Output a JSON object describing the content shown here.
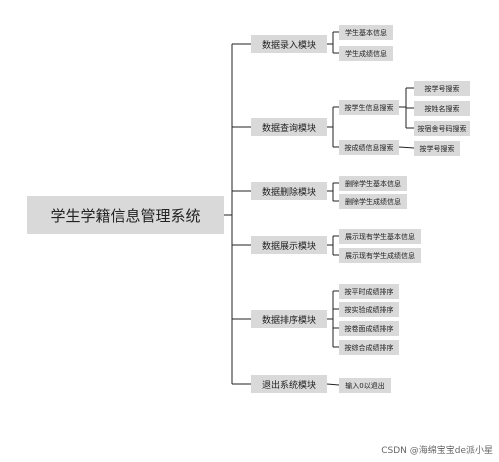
{
  "diagram": {
    "root": "学生学籍信息管理系统",
    "modules": [
      {
        "label": "数据录入模块",
        "children": [
          {
            "label": "学生基本信息"
          },
          {
            "label": "学生成绩信息"
          }
        ]
      },
      {
        "label": "数据查询模块",
        "children": [
          {
            "label": "按学生信息搜索",
            "children": [
              {
                "label": "按学号搜索"
              },
              {
                "label": "按姓名搜索"
              },
              {
                "label": "按宿舍号码搜索"
              }
            ]
          },
          {
            "label": "按成绩信息搜索",
            "children": [
              {
                "label": "按学号搜索"
              }
            ]
          }
        ]
      },
      {
        "label": "数据删除模块",
        "children": [
          {
            "label": "删除学生基本信息"
          },
          {
            "label": "删除学生成绩信息"
          }
        ]
      },
      {
        "label": "数据展示模块",
        "children": [
          {
            "label": "展示现有学生基本信息"
          },
          {
            "label": "展示现有学生成绩信息"
          }
        ]
      },
      {
        "label": "数据排序模块",
        "children": [
          {
            "label": "按平时成绩排序"
          },
          {
            "label": "按实验成绩排序"
          },
          {
            "label": "按卷面成绩排序"
          },
          {
            "label": "按综合成绩排序"
          }
        ]
      },
      {
        "label": "退出系统模块",
        "children": [
          {
            "label": "输入0以退出"
          }
        ]
      }
    ]
  },
  "watermark": "CSDN @海绵宝宝de派小星",
  "colors": {
    "node_fill": "#d9d9d9",
    "line": "#222222",
    "text": "#222222"
  }
}
